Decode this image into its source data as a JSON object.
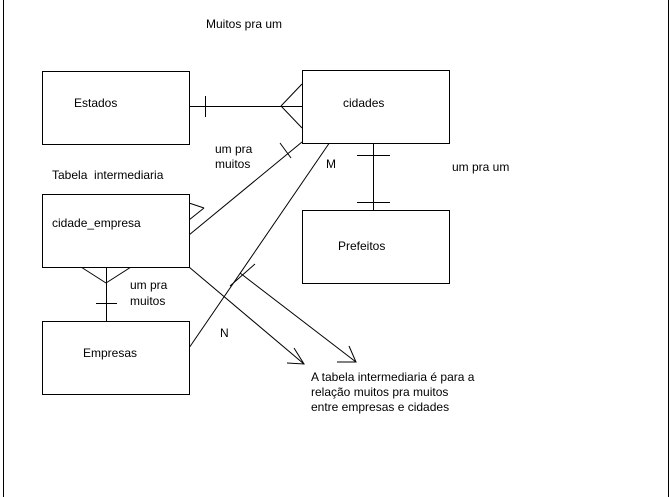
{
  "diagram": {
    "title": "Muitos pra um",
    "entities": {
      "estados": "Estados",
      "cidades": "cidades",
      "cidade_empresa": "cidade_empresa",
      "empresas": "Empresas",
      "prefeitos": "Prefeitos"
    },
    "labels": {
      "tabela_intermediaria": "Tabela  intermediaria",
      "um_pra_muitos_top_line1": "um pra",
      "um_pra_muitos_top_line2": "muitos",
      "um_pra_muitos_bottom_line1": "um pra",
      "um_pra_muitos_bottom_line2": "muitos",
      "um_pra_um": "um pra um",
      "m": "M",
      "n": "N"
    },
    "note": {
      "line1": "A tabela intermediaria é para a",
      "line2": "relação muitos pra muitos",
      "line3": "entre empresas e cidades"
    }
  }
}
